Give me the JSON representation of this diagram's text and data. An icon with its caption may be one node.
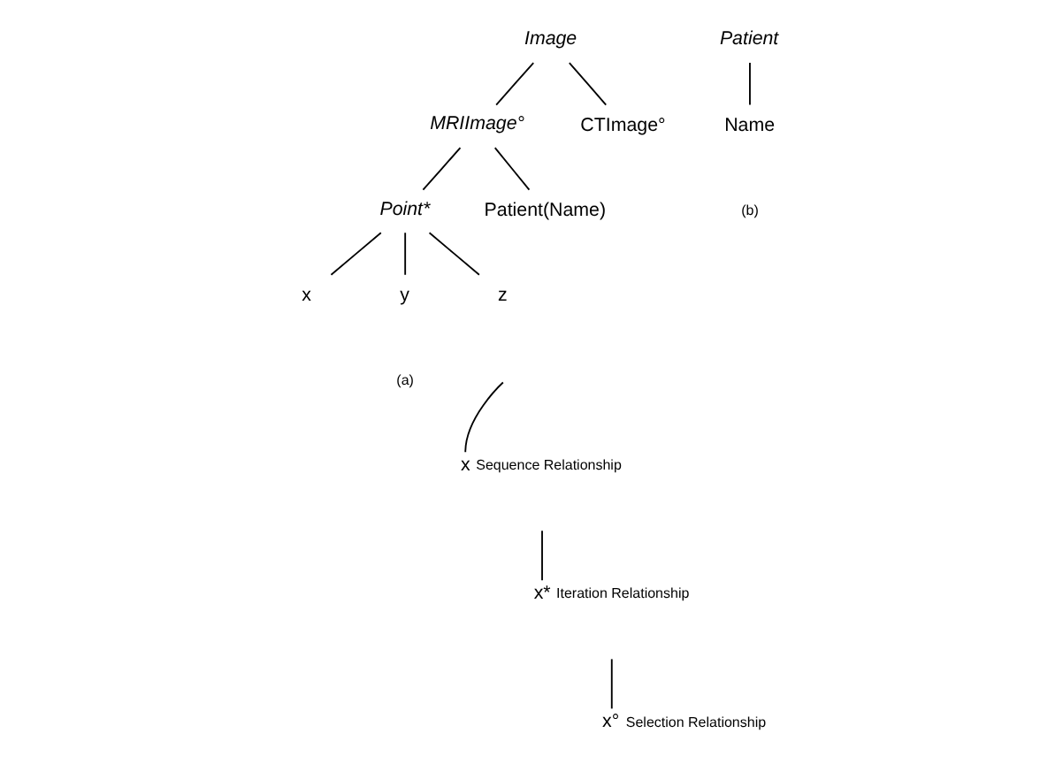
{
  "diagram": {
    "nodes": [
      {
        "text": [
          "Image"
        ]
      },
      {
        "text": [
          "MRIImage°"
        ]
      },
      {
        "text": [
          "CTImage°"
        ]
      },
      {
        "text": [
          "Point*"
        ]
      },
      {
        "text": [
          "Patient(Name)"
        ]
      },
      {
        "text": [
          "x"
        ]
      },
      {
        "text": [
          "y"
        ]
      },
      {
        "text": [
          "z"
        ]
      },
      {
        "text": [
          "Patient"
        ]
      },
      {
        "text": [
          "Name"
        ]
      },
      {
        "text": [
          "x"
        ],
        "beside": [
          "Sequence Relationship"
        ]
      },
      {
        "text": [
          "x*"
        ],
        "beside": [
          "Iteration Relationship"
        ]
      },
      {
        "text": [
          "x°"
        ],
        "beside": [
          "Selection Relationship"
        ]
      }
    ],
    "edges": [
      {
        "from": 0,
        "to": 1,
        "arrow": "none"
      },
      {
        "from": 0,
        "to": 2,
        "arrow": "none"
      },
      {
        "from": 1,
        "to": 3,
        "arrow": "none"
      },
      {
        "from": 1,
        "to": 4,
        "arrow": "none"
      },
      {
        "from": 3,
        "to": 5,
        "arrow": "none"
      },
      {
        "from": 3,
        "to": 6,
        "arrow": "none"
      },
      {
        "from": 3,
        "to": 7,
        "arrow": "none"
      },
      {
        "from": 8,
        "to": 9,
        "arrow": "none"
      },
      {
        "from": null,
        "to": 10,
        "arrow": "none"
      },
      {
        "from": null,
        "to": 11,
        "arrow": "none"
      },
      {
        "from": null,
        "to": 12,
        "arrow": "none"
      }
    ],
    "labels": [
      "(b)",
      "(a)"
    ]
  }
}
